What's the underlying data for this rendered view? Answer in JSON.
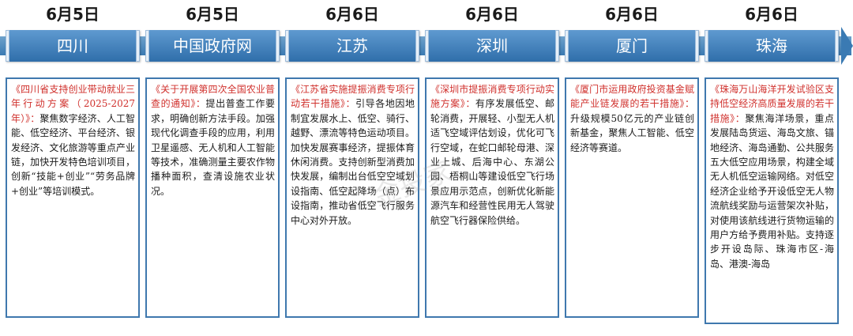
{
  "columns": [
    {
      "date": "6月5日",
      "region": "四川",
      "title": "《四川省支持创业带动就业三年行动方案（2025-2027年）》：",
      "body": "聚焦数字经济、人工智能、低空经济、平台经济、银发经济、文化旅游等重点产业链，加快开发特色培训项目，创新“技能+创业”“劳务品牌+创业”等培训模式。"
    },
    {
      "date": "6月5日",
      "region": "中国政府网",
      "title": "《关于开展第四次全国农业普查的通知》：",
      "body": "提出普查工作要求，明确创新方法手段。加强现代化调查手段的应用，利用卫星遥感、无人机和人工智能等技术，准确测量主要农作物播种面积，查清设施农业状况。"
    },
    {
      "date": "6月6日",
      "region": "江苏",
      "title": "《江苏省实施提振消费专项行动若干措施》：",
      "body": "引导各地因地制宜发展水上、低空、骑行、越野、漂流等特色运动项目。加快发展赛事经济，提振体育休闲消费。支持创新型消费加快发展，编制出台低空空域划设指南、低空起降场（点）布设指南，推动省低空飞行服务中心对外开放。"
    },
    {
      "date": "6月6日",
      "region": "深圳",
      "title": "《深圳市提振消费专项行动实施方案》：",
      "body": "有序发展低空、邮轮消费，开展轻、小型无人机适飞空域评估划设，优化可飞行空域，在蛇口邮轮母港、深业上城、后海中心、东湖公园、梧桐山等建设低空飞行场景应用示范点，创新优化新能源汽车和经营性民用无人驾驶航空飞行器保险供给。"
    },
    {
      "date": "6月6日",
      "region": "厦门",
      "title": "《厦门市运用政府投资基金赋能产业链发展的若干措施》：",
      "body": "升级规模50亿元的产业链创新基金，聚焦人工智能、低空经济等赛道。"
    },
    {
      "date": "6月6日",
      "region": "珠海",
      "title": "《珠海万山海洋开发试验区支持低空经济高质量发展的若干措施》：",
      "body": "聚焦海洋场景，重点发展陆岛货运、海岛文旅、锚地经济、海岛通勤、公共服务五大低空应用场景，构建全域无人机低空运输网络。对低空经济企业给予开设低空无人物流航线奖励与运营架次补贴，对使用该航线进行货物运输的用户方给予费用补贴。支持逐步开设岛际、珠海市区-海岛、港澳-海岛"
    }
  ],
  "watermark": "金投家"
}
